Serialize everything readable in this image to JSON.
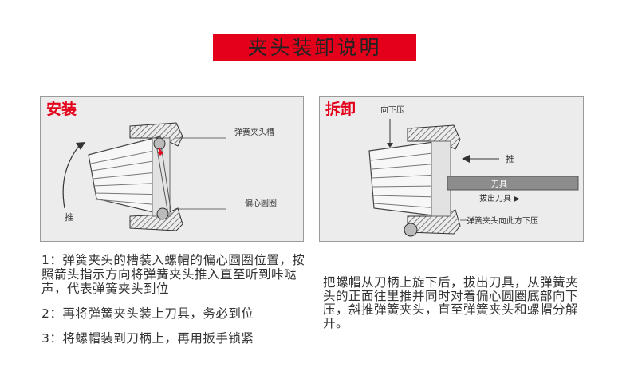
{
  "title": "夹头装卸说明",
  "install_panel": {
    "heading": "安装",
    "label_groove": "弹簧夹头槽",
    "label_eccentric": "偏心圆圈",
    "label_push": "推"
  },
  "remove_panel": {
    "heading": "拆卸",
    "label_press_down": "向下压",
    "label_push": "推",
    "label_tool": "刀具",
    "label_pull_out": "拔出刀具 ▶",
    "label_press_here": "弹簧夹头向此方下压"
  },
  "install_steps": [
    {
      "num": "1：",
      "text": "弹簧夹头的槽装入螺帽的偏心圆圈位置，按照箭头指示方向将弹簧夹头推入直至听到咔哒声，代表弹簧夹头到位"
    },
    {
      "num": "2：",
      "text": "再将弹簧夹头装上刀具，务必到位"
    },
    {
      "num": "3：",
      "text": "将螺帽装到刀柄上，再用扳手锁紧"
    }
  ],
  "remove_text": "把螺帽从刀柄上旋下后，拔出刀具，从弹簧夹头的正面往里推并同时对着偏心圆圈底部向下压，斜推弹簧夹头，直至弹簧夹头和螺帽分解开。",
  "colors": {
    "accent_red": "#e4001b",
    "panel_bg": "#ececec",
    "panel_border": "#9a9a9a",
    "text": "#333333"
  }
}
